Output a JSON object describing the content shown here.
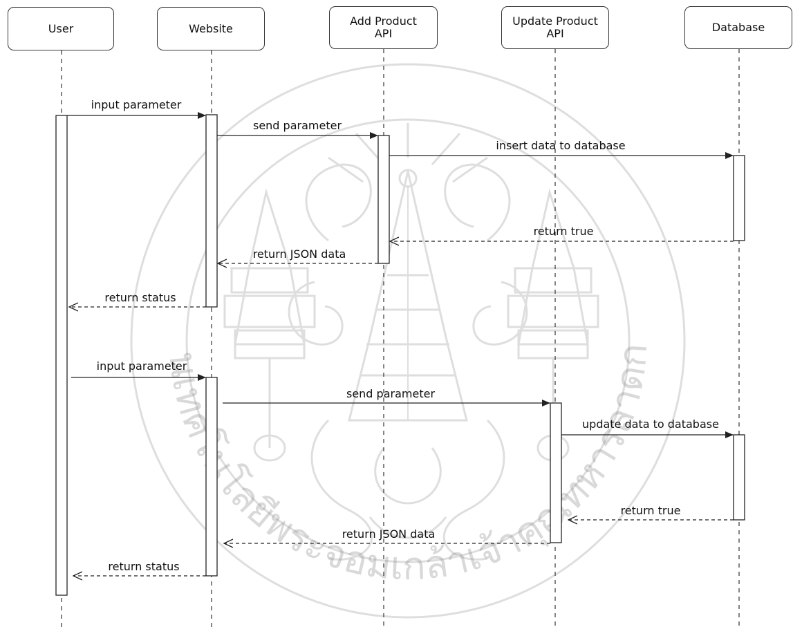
{
  "participants": {
    "user": "User",
    "website": "Website",
    "add_api": "Add Product\nAPI",
    "update_api": "Update Product\nAPI",
    "database": "Database"
  },
  "messages": {
    "m1": "input parameter",
    "m2": "send parameter",
    "m3": "insert data to database",
    "m4": "return true",
    "m5": "return JSON data",
    "m6": "return status",
    "m7": "input parameter",
    "m8": "send parameter",
    "m9": "update data to database",
    "m10": "return true",
    "m11": "return JSON data",
    "m12": "return status"
  },
  "watermark_text": "สถาบันเทคโนโลยีพระจอมเกล้าเจ้าคุณทหารลาดกระบัง",
  "colors": {
    "line": "#222222",
    "watermark": "#8a8a8a"
  }
}
